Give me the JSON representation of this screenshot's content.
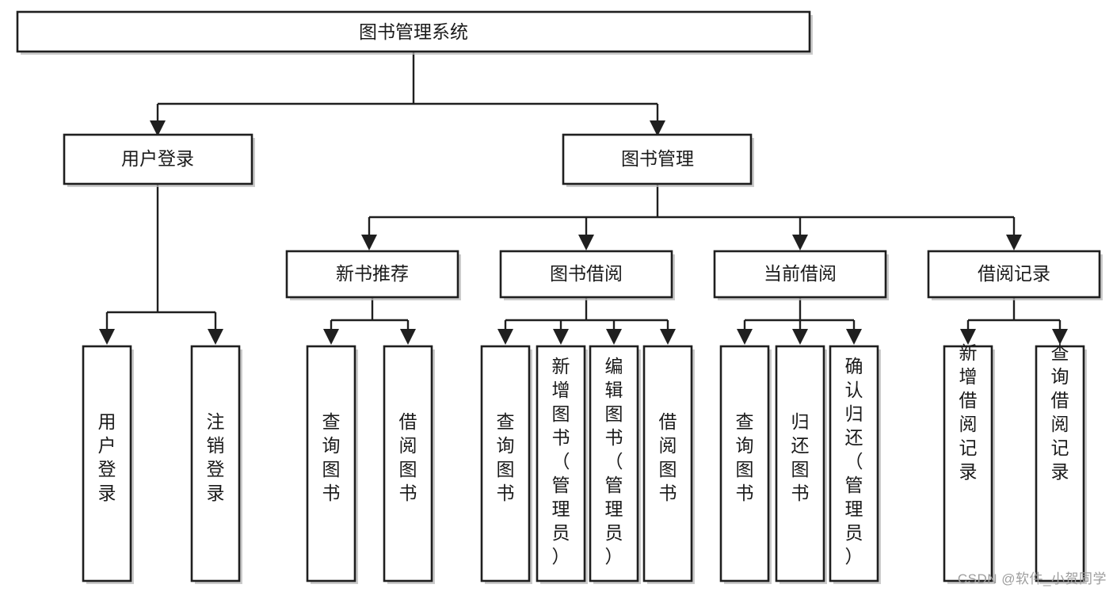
{
  "diagram": {
    "type": "tree-hierarchy",
    "title": "图书管理系统",
    "watermark": "CSDN @软件_小贺同学",
    "colors": {
      "background": "#ffffff",
      "box_fill": "#ffffff",
      "box_stroke": "#1f1f1f",
      "connector": "#1f1f1f",
      "text": "#1a1a1a",
      "watermark": "#9d9d9d"
    },
    "nodes": {
      "root": {
        "label": "图书管理系统",
        "orientation": "horizontal",
        "level": 0
      },
      "level1": [
        {
          "id": "user-login",
          "label": "用户登录",
          "orientation": "horizontal",
          "level": 1
        },
        {
          "id": "book-management",
          "label": "图书管理",
          "orientation": "horizontal",
          "level": 1
        }
      ],
      "level2": [
        {
          "id": "new-book-recommend",
          "label": "新书推荐",
          "orientation": "horizontal",
          "level": 2,
          "parent": "book-management"
        },
        {
          "id": "book-borrow",
          "label": "图书借阅",
          "orientation": "horizontal",
          "level": 2,
          "parent": "book-management"
        },
        {
          "id": "current-borrow",
          "label": "当前借阅",
          "orientation": "horizontal",
          "level": 2,
          "parent": "book-management"
        },
        {
          "id": "borrow-record",
          "label": "借阅记录",
          "orientation": "horizontal",
          "level": 2,
          "parent": "book-management"
        }
      ],
      "leaves": [
        {
          "id": "leaf-user-login",
          "label": "用户登录",
          "orientation": "vertical",
          "parent": "user-login"
        },
        {
          "id": "leaf-logout-login",
          "label": "注销登录",
          "orientation": "vertical",
          "parent": "user-login"
        },
        {
          "id": "leaf-query-book-1",
          "label": "查询图书",
          "orientation": "vertical",
          "parent": "new-book-recommend"
        },
        {
          "id": "leaf-borrow-book-1",
          "label": "借阅图书",
          "orientation": "vertical",
          "parent": "new-book-recommend"
        },
        {
          "id": "leaf-query-book-2",
          "label": "查询图书",
          "orientation": "vertical",
          "parent": "book-borrow"
        },
        {
          "id": "leaf-add-book",
          "label": "新增图书（管理员）",
          "orientation": "vertical",
          "parent": "book-borrow"
        },
        {
          "id": "leaf-edit-book",
          "label": "编辑图书（管理员）",
          "orientation": "vertical",
          "parent": "book-borrow"
        },
        {
          "id": "leaf-borrow-book-2",
          "label": "借阅图书",
          "orientation": "vertical",
          "parent": "book-borrow"
        },
        {
          "id": "leaf-query-book-3",
          "label": "查询图书",
          "orientation": "vertical",
          "parent": "current-borrow"
        },
        {
          "id": "leaf-return-book",
          "label": "归还图书",
          "orientation": "vertical",
          "parent": "current-borrow"
        },
        {
          "id": "leaf-confirm-return",
          "label": "确认归还（管理员）",
          "orientation": "vertical",
          "parent": "current-borrow"
        },
        {
          "id": "leaf-add-record",
          "label": "新增借阅记录",
          "orientation": "vertical",
          "parent": "borrow-record"
        },
        {
          "id": "leaf-query-record",
          "label": "查询借阅记录",
          "orientation": "vertical",
          "parent": "borrow-record"
        }
      ]
    }
  }
}
